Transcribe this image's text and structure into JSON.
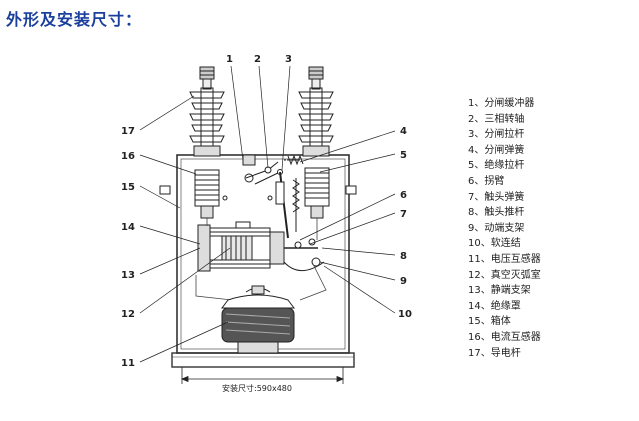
{
  "title": "外形及安装尺寸：",
  "dimension_label": "安装尺寸:590x480",
  "callouts": [
    "1",
    "2",
    "3",
    "4",
    "5",
    "6",
    "7",
    "8",
    "9",
    "10",
    "11",
    "12",
    "13",
    "14",
    "15",
    "16",
    "17"
  ],
  "legend": [
    "1、分闸缓冲器",
    "2、三相转轴",
    "3、分闸拉杆",
    "4、分闸弹簧",
    "5、绝缘拉杆",
    "6、拐臂",
    "7、触头弹簧",
    "8、触头推杆",
    "9、动端支架",
    "10、软连结",
    "11、电压互感器",
    "12、真空灭弧室",
    "13、静端支架",
    "14、绝缘罩",
    "15、箱体",
    "16、电流互感器",
    "17、导电杆"
  ]
}
